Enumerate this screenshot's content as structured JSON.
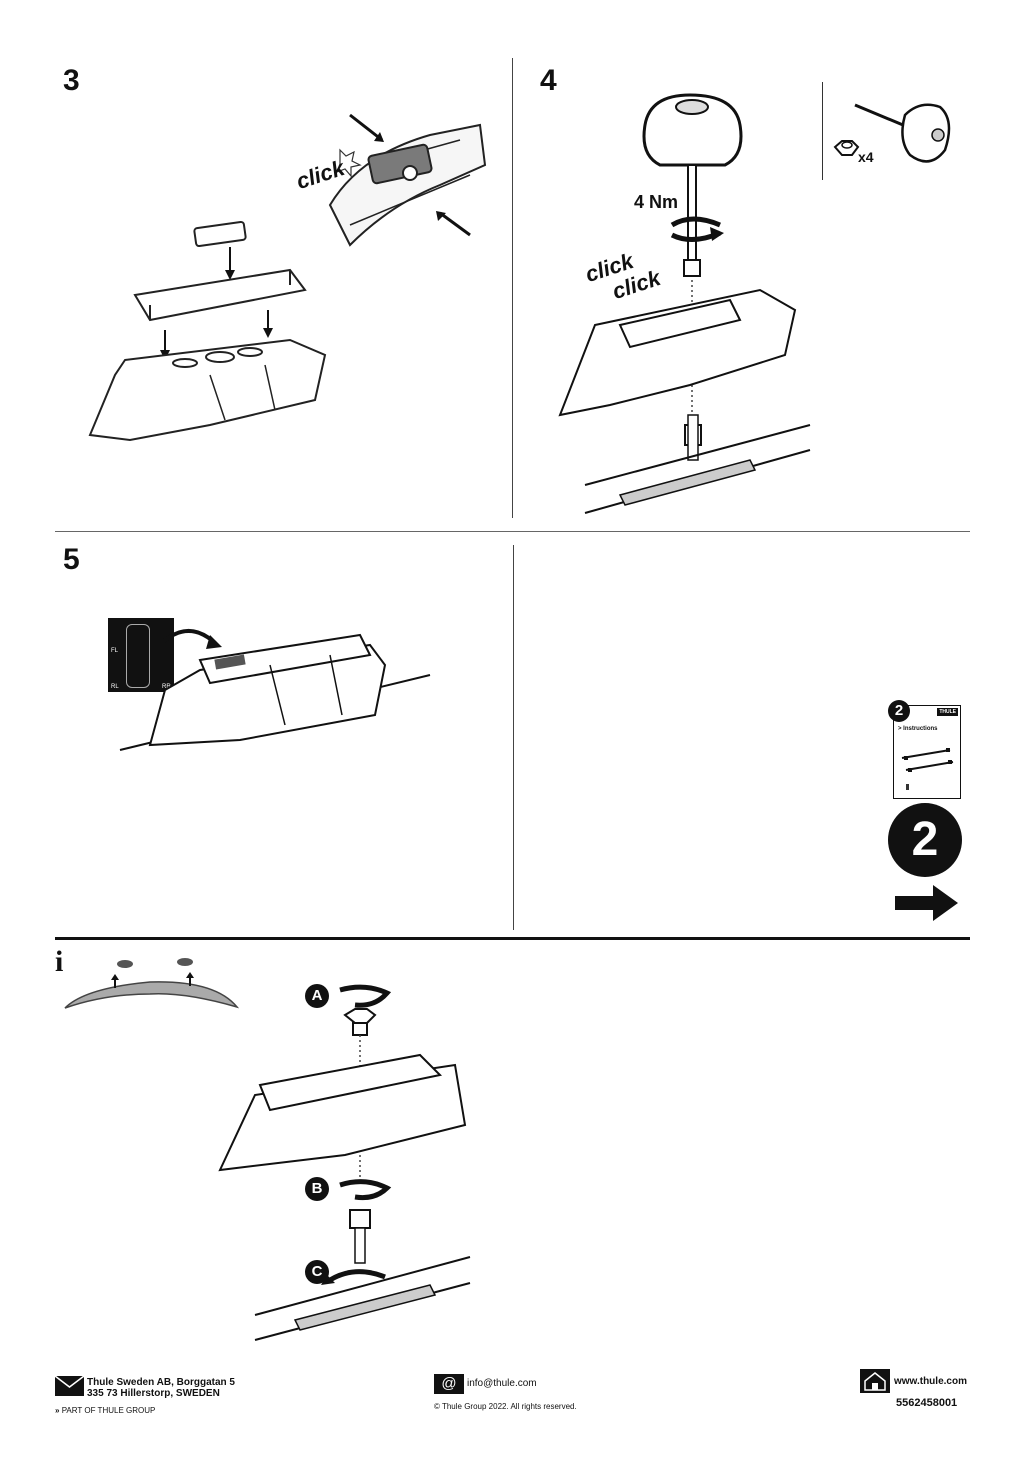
{
  "steps": {
    "s3": {
      "number": "3",
      "click": "click"
    },
    "s4": {
      "number": "4",
      "torque": "4 Nm",
      "click1": "click",
      "click2": "click",
      "qty": "x4"
    },
    "s5": {
      "number": "5",
      "pos_fl": "FL",
      "pos_rl": "RL",
      "pos_rr": "RR"
    }
  },
  "next_manual": {
    "badge": "2",
    "brand": "THULE",
    "card_label": "> Instructions",
    "big_number": "2"
  },
  "info": {
    "icon": "i",
    "label_a": "A",
    "label_b": "B",
    "label_c": "C"
  },
  "footer": {
    "address_line1": "Thule Sweden AB, Borggatan 5",
    "address_line2": "335 73 Hillerstorp, SWEDEN",
    "group": "PART OF THULE GROUP",
    "email": "info@thule.com",
    "copyright": "© Thule Group 2022. All rights reserved.",
    "website": "www.thule.com",
    "doc_number": "5562458001"
  }
}
